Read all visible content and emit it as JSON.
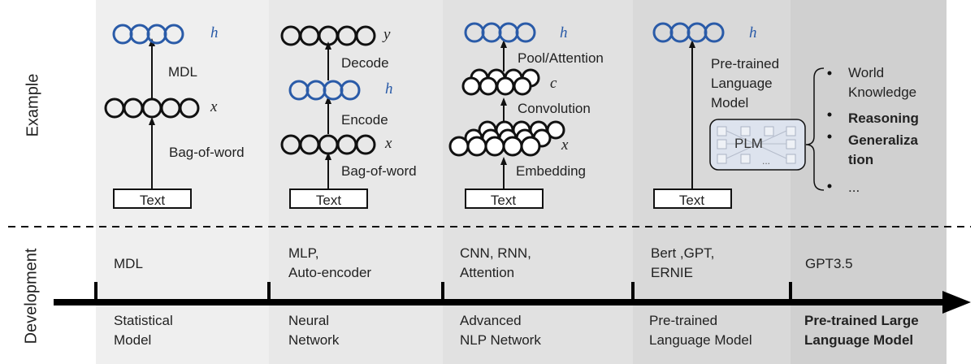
{
  "rows": {
    "example": "Example",
    "development": "Development"
  },
  "stages": [
    {
      "example": {
        "top_var": "h",
        "top_label": "MDL",
        "mid_var": "x",
        "bottom_label": "Bag-of-word",
        "input": "Text"
      },
      "methods": "MDL",
      "era": "Statistical\nModel"
    },
    {
      "example": {
        "top_var": "y",
        "top_label": "Decode",
        "mid_var": "h",
        "mid_label": "Encode",
        "bottom_var": "x",
        "bottom_label": "Bag-of-word",
        "input": "Text"
      },
      "methods": "MLP,\nAuto-encoder",
      "era": "Neural\nNetwork"
    },
    {
      "example": {
        "top_var": "h",
        "top_label": "Pool/Attention",
        "mid_var": "c",
        "mid_label": "Convolution",
        "bottom_var": "x",
        "bottom_label": "Embedding",
        "input": "Text"
      },
      "methods": "CNN, RNN,\nAttention",
      "era": "Advanced\nNLP Network"
    },
    {
      "example": {
        "top_var": "h",
        "model_label": "Pre-trained\nLanguage\nModel",
        "box_label": "PLM",
        "box_dots": "...",
        "input": "Text"
      },
      "methods": "Bert ,GPT,\nERNIE",
      "era": "Pre-trained\nLanguage Model"
    },
    {
      "methods": "GPT3.5",
      "era": "Pre-trained Large\nLanguage Model"
    }
  ],
  "capabilities": [
    "World\nKnowledge",
    "Reasoning",
    "Generaliza\ntion",
    "..."
  ],
  "colors": {
    "hidden": "#2a5ba8",
    "node_stroke": "#111111",
    "axis": "#000000"
  }
}
